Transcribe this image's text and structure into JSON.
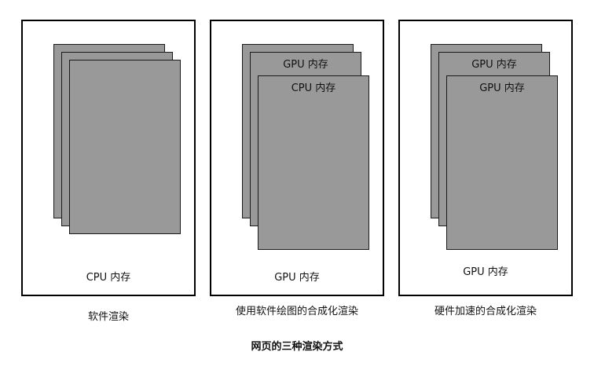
{
  "title": "网页的三种渲染方式",
  "panels": [
    {
      "memory_label": "CPU 内存",
      "layer_label": "",
      "caption": "软件渲染"
    },
    {
      "memory_label": "GPU 内存",
      "layer_label_back": "GPU 内存",
      "layer_label_front": "CPU 内存",
      "caption": "使用软件绘图的合成化渲染"
    },
    {
      "memory_label": "GPU 内存",
      "layer_label_back": "GPU 内存",
      "layer_label_front": "GPU 内存",
      "caption": "硬件加速的合成化渲染"
    }
  ]
}
